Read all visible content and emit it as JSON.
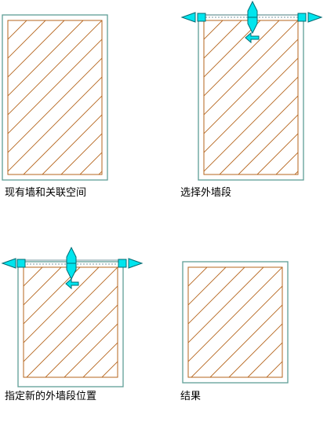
{
  "colors": {
    "wall_outline": "#5f9e96",
    "hatch": "#b5651d",
    "grip_fill": "#00e5ee",
    "grip_stroke": "#006b73",
    "dashed_line": "#7a9aa0",
    "background": "#ffffff"
  },
  "icons": {
    "end_grip": "square-grip-icon",
    "stretch_arrow": "triangle-arrow-icon",
    "move_grip": "diamond-arrow-grip-icon",
    "direction_marker": "direction-arrow-icon"
  },
  "panels": [
    {
      "caption": "现有墙和关联空间",
      "state": "existing",
      "has_grips": false
    },
    {
      "caption": "选择外墙段",
      "state": "selected",
      "has_grips": true
    },
    {
      "caption": "指定新的外墙段位置",
      "state": "moved",
      "has_grips": true
    },
    {
      "caption": "结果",
      "state": "result",
      "has_grips": false
    }
  ]
}
